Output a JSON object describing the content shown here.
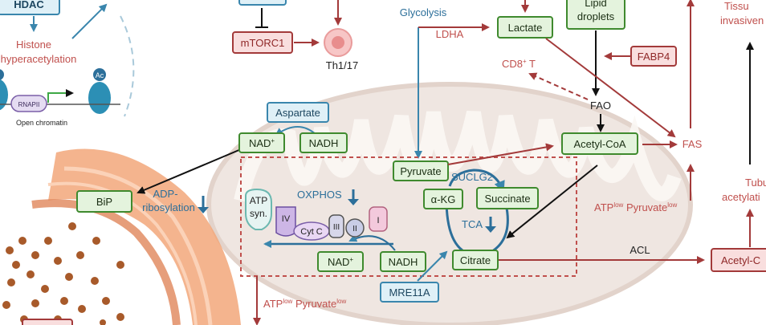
{
  "top_left": {
    "hdac": "HDAC",
    "histone_line1": "Histone",
    "histone_line2": "hyperacetylation",
    "rnapii": "RNAPII",
    "open_chromatin": "Open chromatin",
    "ac": "Ac"
  },
  "top_center": {
    "mtorc1": "mTORC1",
    "th": "Th1/17",
    "glycolysis": "Glycolysis",
    "ldha": "LDHA",
    "lactate": "Lactate",
    "lipid_line1": "Lipid",
    "lipid_line2": "droplets",
    "fabp4": "FABP4",
    "cd8": "CD8",
    "cd8_sup": "+",
    "cd8_t": " T",
    "fao": "FAO"
  },
  "right": {
    "tissue_line1": "Tissu",
    "tissue_line2": "invasiven",
    "fas": "FAS",
    "tubul_line1": "Tubul",
    "tubul_line2": "acetylati",
    "atp_pyr_right": {
      "atp": "ATP",
      "atp_sup": "low",
      "pyr": " Pyruvate",
      "pyr_sup": "low"
    },
    "acl": "ACL",
    "acetyl_c": "Acetyl-C"
  },
  "left": {
    "bip": "BiP",
    "adp_line1": "ADP-",
    "adp_line2": "ribosylation"
  },
  "mito": {
    "aspartate": "Aspartate",
    "nad_top": "NAD",
    "nad_top_sup": "+",
    "nadh_top": "NADH",
    "pyruvate": "Pyruvate",
    "suclg2": "SUCLG2",
    "acetyl_coa": "Acetyl-CoA",
    "akg": "α-KG",
    "succinate": "Succinate",
    "tca": "TCA",
    "citrate": "Citrate",
    "nad_bottom": "NAD",
    "nad_bottom_sup": "+",
    "nadh_bottom": "NADH",
    "mre11a": "MRE11A",
    "oxphos": "OXPHOS",
    "atp_syn_line1": "ATP",
    "atp_syn_line2": "syn.",
    "complex_iv": "IV",
    "cyt_c": "Cyt C",
    "complex_iii": "III",
    "complex_ii": "II",
    "complex_i": "I"
  },
  "bottom": {
    "atp_pyr": {
      "atp": "ATP",
      "atp_sup": "low",
      "pyr": " Pyruvate",
      "pyr_sup": "low"
    }
  },
  "colors": {
    "green_stroke": "#3f8a2e",
    "red_stroke": "#a33a3a",
    "blue_stroke": "#3a86ad",
    "mito_fill": "#efe6e1",
    "er_fill": "#f2a77a"
  }
}
